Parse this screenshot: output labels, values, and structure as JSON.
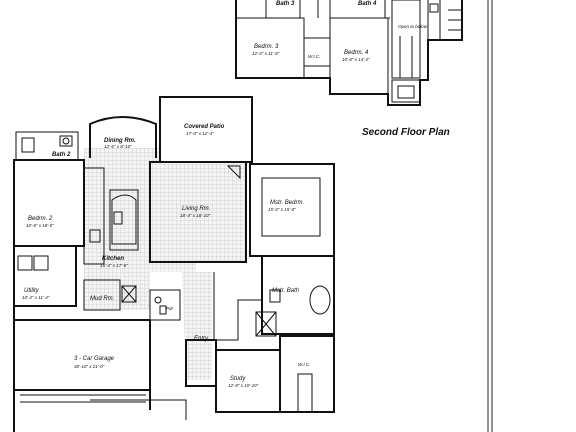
{
  "plan_title": "Second Floor Plan",
  "rooms": {
    "bath3": {
      "name": "Bath 3"
    },
    "bath4": {
      "name": "Bath 4"
    },
    "bedrm3": {
      "name": "Bedrm. 3",
      "size": "12'-0\" x 11'-8\""
    },
    "bedrm4": {
      "name": "Bedrm. 4",
      "size": "10'-6\" x 14'-2\""
    },
    "wic_upper": {
      "name": "W.I.C."
    },
    "open_below": {
      "name": "Open to below"
    },
    "dining": {
      "name": "Dining Rm.",
      "size": "12'-6\" x 8'-10\""
    },
    "covered_patio": {
      "name": "Covered Patio",
      "size": "17'-0\" x 12'-4\""
    },
    "bath2": {
      "name": "Bath 2"
    },
    "bedrm2": {
      "name": "Bedrm. 2",
      "size": "10'-8\" x 18'-0\""
    },
    "living": {
      "name": "Living Rm.",
      "size": "18'-4\" x 18'-10\""
    },
    "mstr_bedrm": {
      "name": "Mstr. Bedrm.",
      "size": "15'-0\" x 15'-0\""
    },
    "kitchen": {
      "name": "Kitchen",
      "size": "15'-4\" x 17'-6\""
    },
    "utility": {
      "name": "Utility",
      "size": "10'-4\" x 11'-4\""
    },
    "mud_rm": {
      "name": "Mud Rm."
    },
    "pdr": {
      "name": "Pdr."
    },
    "mstr_bath": {
      "name": "Mstr. Bath"
    },
    "garage": {
      "name": "3 - Car Garage",
      "size": "30'-10\" x 21'-0\""
    },
    "entry": {
      "name": "Entry"
    },
    "wic_main": {
      "name": "W.I.C."
    },
    "study": {
      "name": "Study",
      "size": "12'-8\" x 10'-10\""
    }
  }
}
